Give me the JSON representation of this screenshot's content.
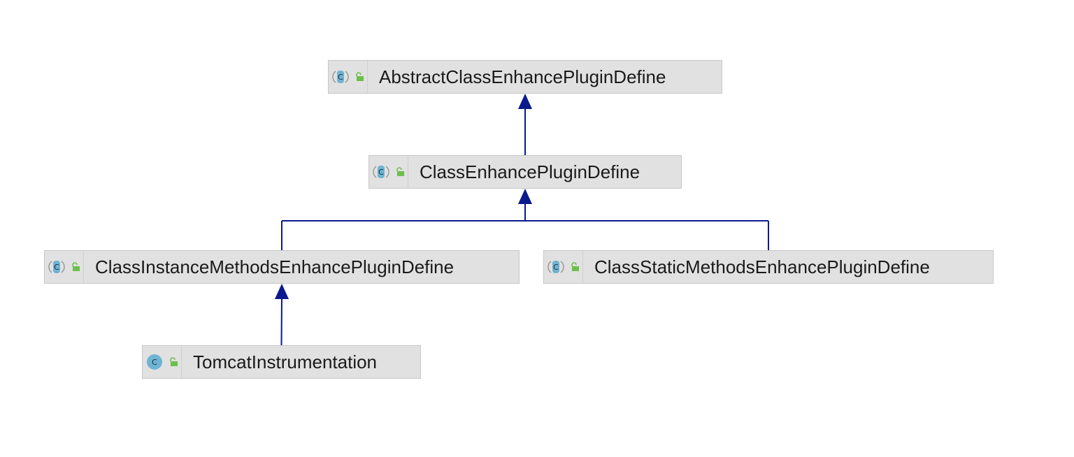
{
  "diagram": {
    "nodes": [
      {
        "id": "abstract",
        "label": "AbstractClassEnhancePluginDefine",
        "kind": "abstract-class",
        "icon": "abstract-class-icon"
      },
      {
        "id": "class",
        "label": "ClassEnhancePluginDefine",
        "kind": "abstract-class",
        "icon": "abstract-class-icon"
      },
      {
        "id": "instance",
        "label": "ClassInstanceMethodsEnhancePluginDefine",
        "kind": "abstract-class",
        "icon": "abstract-class-icon"
      },
      {
        "id": "static",
        "label": "ClassStaticMethodsEnhancePluginDefine",
        "kind": "abstract-class",
        "icon": "abstract-class-icon"
      },
      {
        "id": "tomcat",
        "label": "TomcatInstrumentation",
        "kind": "class",
        "icon": "class-icon"
      }
    ],
    "edges": [
      {
        "from": "class",
        "to": "abstract",
        "type": "extends"
      },
      {
        "from": "instance",
        "to": "class",
        "type": "extends"
      },
      {
        "from": "static",
        "to": "class",
        "type": "extends"
      },
      {
        "from": "tomcat",
        "to": "instance",
        "type": "extends"
      }
    ],
    "colors": {
      "node_fill": "#e1e1e1",
      "node_border": "#c7c7c7",
      "edge": "#0a1a8c",
      "class_icon": "#6fb3d2",
      "lock_icon": "#6cbf4b"
    }
  }
}
